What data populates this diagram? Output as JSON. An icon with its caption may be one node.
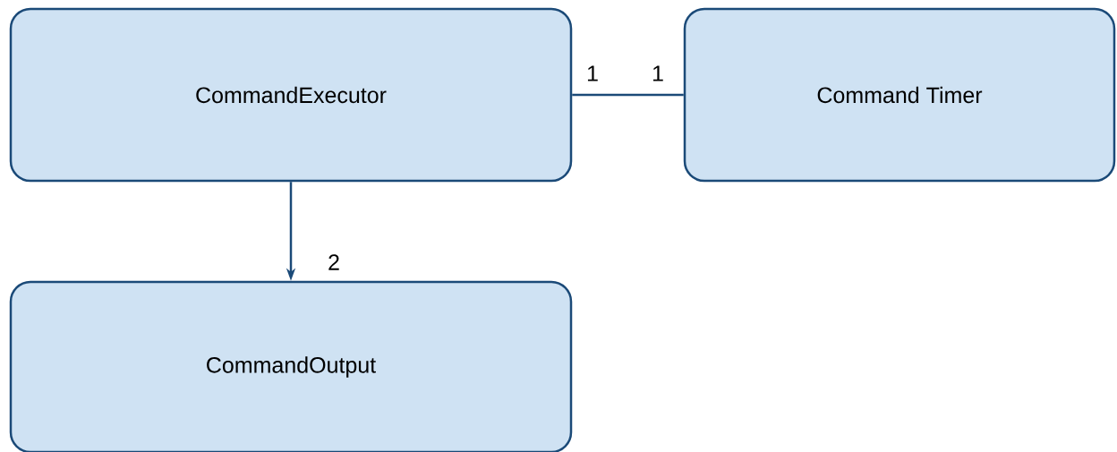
{
  "diagram": {
    "nodes": [
      {
        "text": [
          "CommandExecutor"
        ]
      },
      {
        "text": [
          "Command Timer"
        ]
      },
      {
        "text": [
          "CommandOutput"
        ]
      }
    ],
    "edges": [
      {
        "from": 0,
        "to": 1,
        "arrow": "none"
      },
      {
        "from": 0,
        "to": 2,
        "arrow": "to"
      }
    ],
    "labels": [
      "1",
      "1",
      "2"
    ]
  }
}
